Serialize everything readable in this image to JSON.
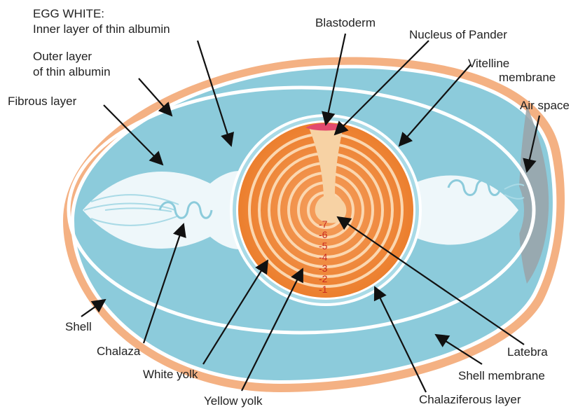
{
  "labels": {
    "egg_white": "EGG WHITE:",
    "inner_thin": "Inner layer of thin albumin",
    "outer_thin_1": "Outer layer",
    "outer_thin_2": "of thin albumin",
    "fibrous": "Fibrous layer",
    "blastoderm": "Blastoderm",
    "nucleus_pander": "Nucleus of Pander",
    "vitelline_1": "Vitelline",
    "vitelline_2": "membrane",
    "air_space": "Air space",
    "shell": "Shell",
    "chalaza": "Chalaza",
    "white_yolk": "White yolk",
    "yellow_yolk": "Yellow yolk",
    "latebra": "Latebra",
    "shell_membrane": "Shell membrane",
    "chalaziferous": "Chalaziferous layer"
  },
  "ring_numbers": [
    "-7",
    "-6",
    "-5",
    "-4",
    "-3",
    "-2",
    "-1"
  ],
  "colors": {
    "shell": "#f4b183",
    "albumin": "#8ccbdb",
    "albumin_light": "#a9dae6",
    "membrane_white": "#ffffff",
    "yolk_orange": "#f08a3c",
    "yolk_ring": "#fbd7b0",
    "latebra": "#f7d2a4",
    "blastoderm": "#e24a6e",
    "air_space": "#9aa3a8",
    "arrow": "#111111"
  }
}
